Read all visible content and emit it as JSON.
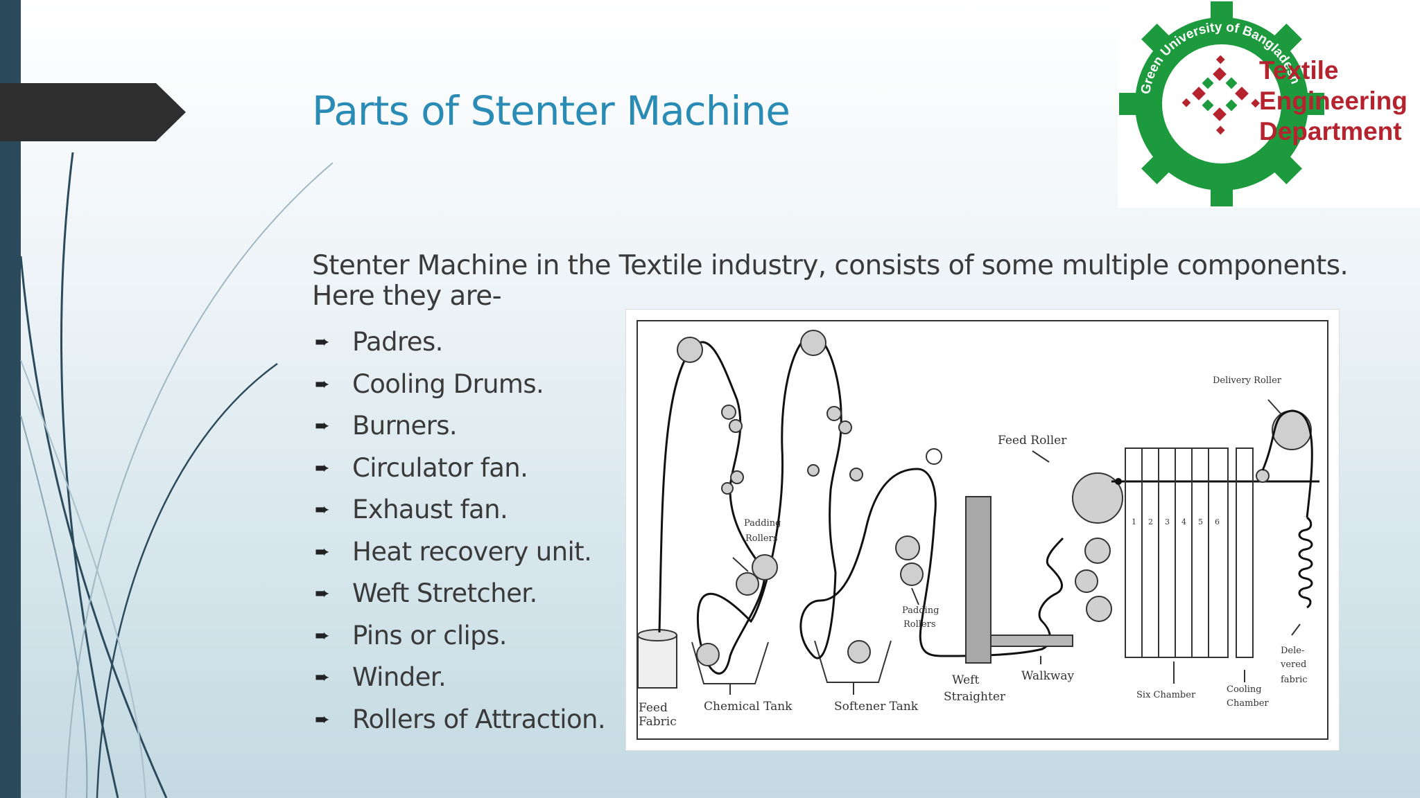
{
  "slide": {
    "title": "Parts of Stenter Machine",
    "intro_line1": "Stenter Machine in the Textile industry, consists of some multiple components.",
    "intro_line2": "Here they are-",
    "parts": [
      "Padres.",
      "Cooling Drums.",
      "Burners.",
      "Circulator fan.",
      "Exhaust fan.",
      "Heat recovery unit.",
      "Weft Stretcher.",
      "Pins or clips.",
      "Winder.",
      "Rollers of Attraction."
    ],
    "bullet_icon": "arrow-bullet-icon"
  },
  "logo": {
    "ring_text": "Green University of Bangladesh",
    "line1": "Textile",
    "line2": "Engineering",
    "line3": "Department",
    "colors": {
      "gear": "#1e9a3e",
      "text": "#b5232e"
    }
  },
  "diagram": {
    "labels": {
      "feed_fabric_1": "Feed",
      "feed_fabric_2": "Fabric",
      "chemical_tank": "Chemical Tank",
      "padding_rollers_a_1": "Padding",
      "padding_rollers_a_2": "Rollers",
      "softener_tank": "Softener Tank",
      "padding_rollers_b_1": "Padding",
      "padding_rollers_b_2": "Rollers",
      "weft_straighter_1": "Weft",
      "weft_straighter_2": "Straighter",
      "walkway": "Walkway",
      "feed_roller": "Feed Roller",
      "six_chamber": "Six Chamber",
      "cooling_chamber_1": "Cooling",
      "cooling_chamber_2": "Chamber",
      "delivery_roller": "Delivery Roller",
      "delivered_fabric_1": "Dele-",
      "delivered_fabric_2": "vered",
      "delivered_fabric_3": "fabric",
      "chamber_numbers": [
        "1",
        "2",
        "3",
        "4",
        "5",
        "6"
      ]
    }
  },
  "colors": {
    "accent": "#2a8bb5",
    "left_bar": "#2b4a5c",
    "arrow": "#2e2e2e"
  }
}
